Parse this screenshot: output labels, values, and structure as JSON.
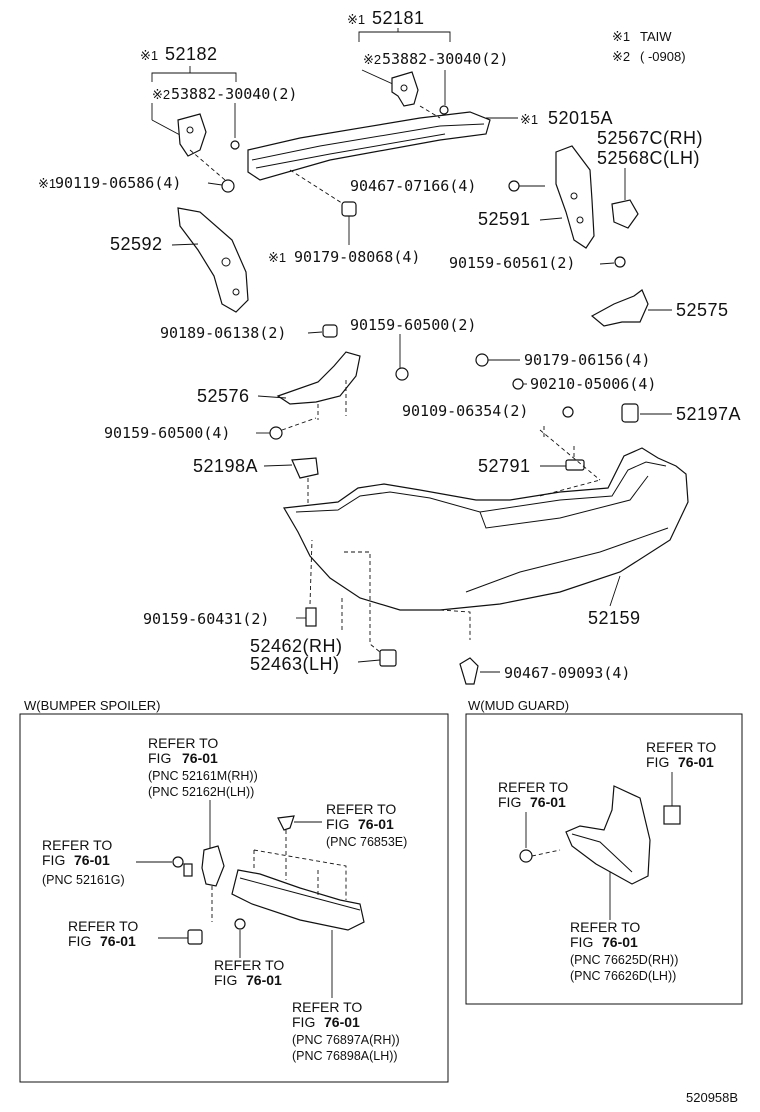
{
  "notes": {
    "note1_mark": "※1",
    "note1_text": "TAIW",
    "note2_mark": "※2",
    "note2_text": "(      -0908)"
  },
  "parts": {
    "p52181": "52181",
    "p52182": "52182",
    "p53882_r": "53882-30040(2)",
    "p53882_l": "53882-30040(2)",
    "p52015a": "52015A",
    "p52567c": "52567C(RH)",
    "p52568c": "52568C(LH)",
    "p90119": "90119-06586(4)",
    "p90467_07166": "90467-07166(4)",
    "p52591": "52591",
    "p52592": "52592",
    "p90179_08068": "90179-08068(4)",
    "p90159_60561": "90159-60561(2)",
    "p52575": "52575",
    "p90189_06138": "90189-06138(2)",
    "p90159_60500_2": "90159-60500(2)",
    "p90179_06156": "90179-06156(4)",
    "p90210_05006": "90210-05006(4)",
    "p52576": "52576",
    "p90109_06354": "90109-06354(2)",
    "p52197a": "52197A",
    "p90159_60500_4": "90159-60500(4)",
    "p52198a": "52198A",
    "p52791": "52791",
    "p90159_60431": "90159-60431(2)",
    "p52159": "52159",
    "p52462": "52462(RH)",
    "p52463": "52463(LH)",
    "p90467_09093": "90467-09093(4)"
  },
  "marks": {
    "m1": "※1",
    "m2": "※2"
  },
  "spoiler_box": {
    "title": "W(BUMPER SPOILER)",
    "refer": "REFER TO",
    "fig": "FIG",
    "fig_no": "76-01",
    "pnc_a1": "(PNC 52161M(RH))",
    "pnc_a2": "(PNC 52162H(LH))",
    "pnc_b": "(PNC 76853E)",
    "pnc_c": "(PNC 52161G)",
    "pnc_d1": "(PNC 76897A(RH))",
    "pnc_d2": "(PNC 76898A(LH))"
  },
  "mud_box": {
    "title": "W(MUD GUARD)",
    "refer": "REFER TO",
    "fig": "FIG",
    "fig_no": "76-01",
    "pnc_1": "(PNC 76625D(RH))",
    "pnc_2": "(PNC 76626D(LH))"
  },
  "footer": {
    "code": "520958B"
  }
}
